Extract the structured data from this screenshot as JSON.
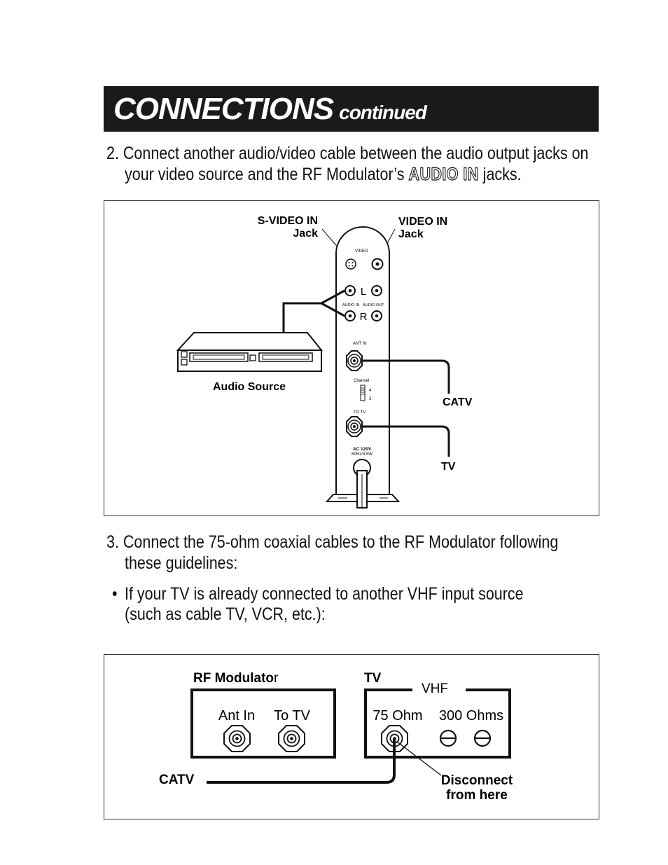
{
  "header": {
    "title": "CONNECTIONS",
    "subtitle": "continued"
  },
  "step2": {
    "line1": "2. Connect another audio/video cable between the audio output jacks on",
    "line2_pre": "your video source and the RF Modulator’s ",
    "line2_bold": "AUDIO IN",
    "line2_post": " jacks."
  },
  "figure1": {
    "svideo_label_1": "S-VIDEO IN",
    "svideo_label_2": "Jack",
    "video_label_1": "VIDEO IN",
    "video_label_2": "Jack",
    "video_small": "VIDEO",
    "l_label": "L",
    "r_label": "R",
    "audio_in_small": "AUDIO IN",
    "audio_out_small": "AUDIO OUT",
    "ant_in_small": "ANT IN",
    "channel_small": "Channel",
    "ch4": "4",
    "ch3": "3",
    "to_tv_small": "TO TV",
    "ac_line1": "AC 120V",
    "ac_line2": "60Hz/4.5W",
    "audio_source": "Audio Source",
    "catv": "CATV",
    "tv": "TV"
  },
  "step3": {
    "line1": "3. Connect the 75-ohm coaxial cables to the RF Modulator following",
    "line2": "these guidelines:"
  },
  "bullet1": {
    "marker": "•",
    "line1": "If  your  TV  is  already  connected  to  another  VHF  input  source",
    "line2": "(such as cable TV, VCR, etc.):"
  },
  "figure2": {
    "rf_modulator": "RF Modulato",
    "rf_modulator_end": "r",
    "tv": "TV",
    "vhf": "VHF",
    "ant_in": "Ant In",
    "to_tv": "To TV",
    "ohm75": "75 Ohm",
    "ohm300": "300 Ohms",
    "catv": "CATV",
    "disconnect_1": "Disconnect",
    "disconnect_2": "from here"
  }
}
